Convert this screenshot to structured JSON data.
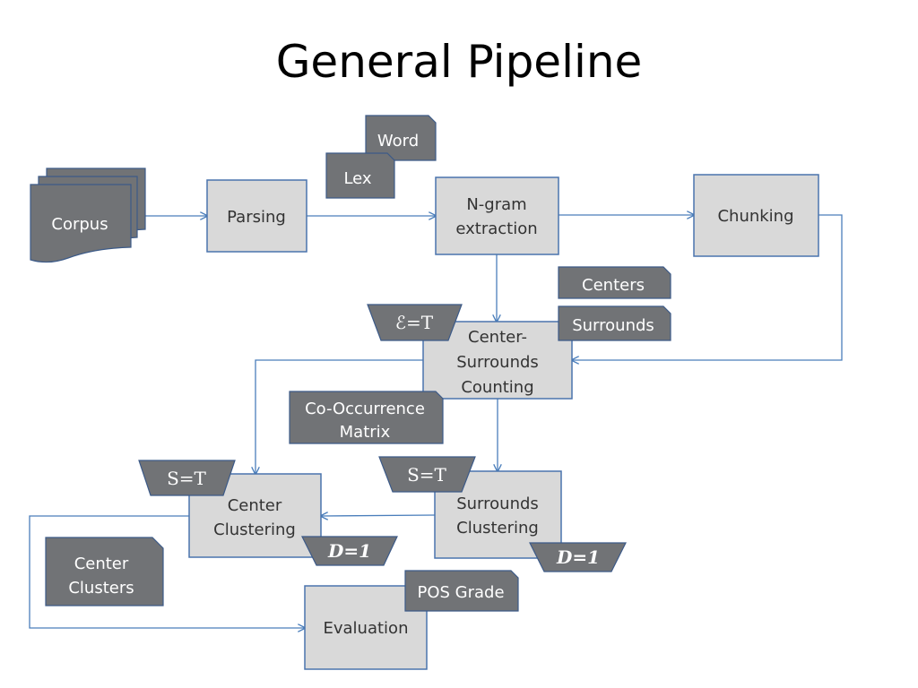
{
  "title": "General Pipeline",
  "nodes": {
    "corpus": "Corpus",
    "parsing": "Parsing",
    "ngram": [
      "N-gram",
      "extraction"
    ],
    "chunking": "Chunking",
    "word": "Word",
    "lex": "Lex",
    "centers": "Centers",
    "surrounds": "Surrounds",
    "counting": [
      "Center-",
      "Surrounds",
      "Counting"
    ],
    "epsilon_param": "ℰ=T",
    "cooccurrence": [
      "Co-Occurrence",
      "Matrix"
    ],
    "center_clustering": [
      "Center",
      "Clustering"
    ],
    "center_s_param": "S=T",
    "center_d_param": "D=1",
    "surrounds_clustering": [
      "Surrounds",
      "Clustering"
    ],
    "surrounds_s_param": "S=T",
    "surrounds_d_param": "D=1",
    "center_clusters": [
      "Center",
      "Clusters"
    ],
    "pos_grade": "POS Grade",
    "evaluation": "Evaluation"
  },
  "colors": {
    "process_fill": "#d9d9d9",
    "data_fill": "#717376",
    "connector": "#4a7ebb",
    "border": "#4a74ad"
  }
}
